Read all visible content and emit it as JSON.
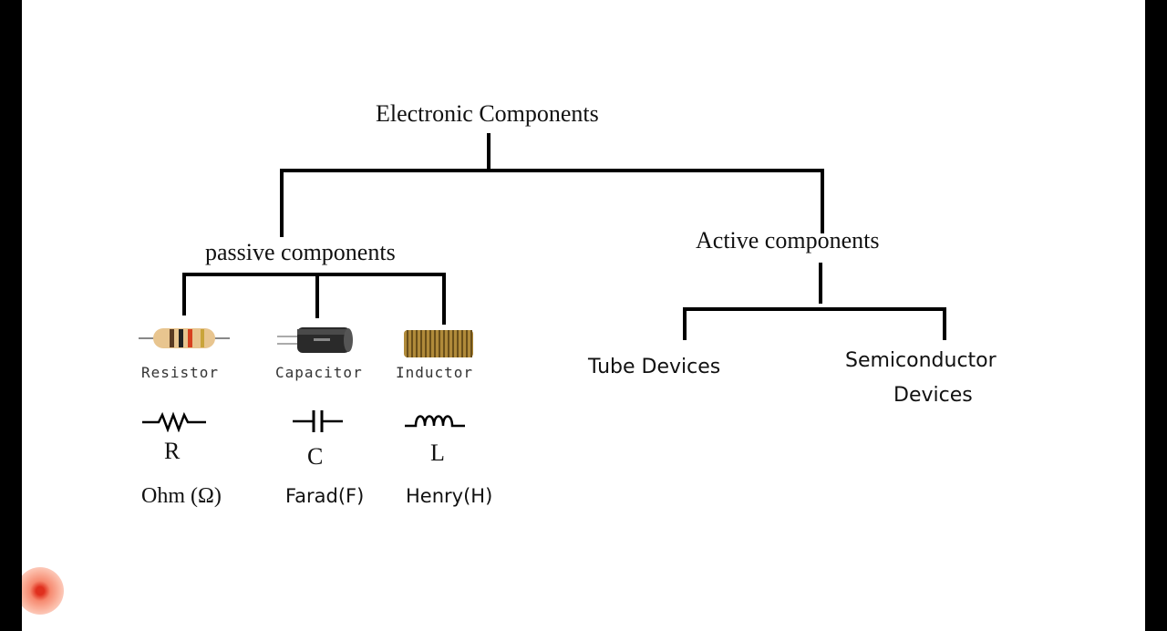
{
  "root": {
    "label": "Electronic Components"
  },
  "passive": {
    "label": "passive components",
    "items": [
      {
        "name": "Resistor",
        "symbol_letter": "R",
        "unit": "Ohm (Ω)"
      },
      {
        "name": "Capacitor",
        "symbol_letter": "C",
        "unit": "Farad(F)"
      },
      {
        "name": "Inductor",
        "symbol_letter": "L",
        "unit": "Henry(H)"
      }
    ]
  },
  "active": {
    "label": "Active components",
    "items": [
      {
        "name": "Tube Devices"
      },
      {
        "name_line1": "Semiconductor",
        "name_line2": "Devices"
      }
    ]
  },
  "colors": {
    "line": "#000000",
    "record_indicator": "#e0301e"
  }
}
